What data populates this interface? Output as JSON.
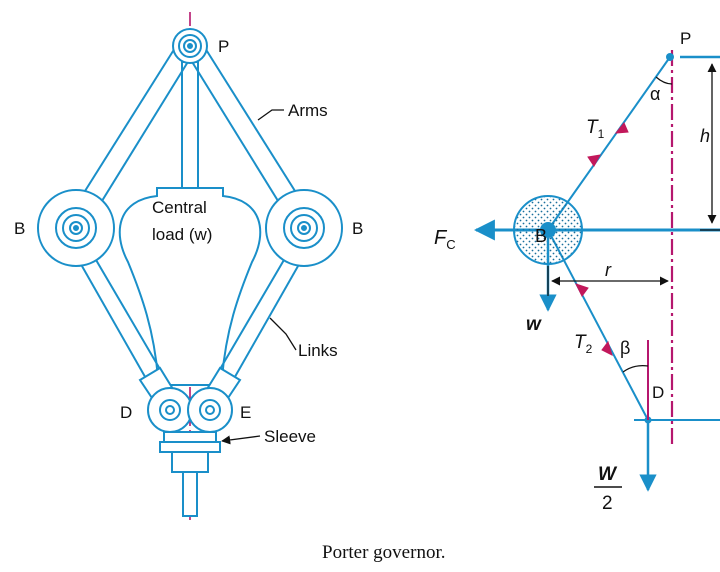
{
  "caption": "Porter governor.",
  "left_figure": {
    "pivot_label": "P",
    "ball_left_label": "B",
    "ball_right_label": "B",
    "arms_label": "Arms",
    "central_load_line1": "Central",
    "central_load_line2": "load (w)",
    "links_label": "Links",
    "joint_left_label": "D",
    "joint_right_label": "E",
    "sleeve_label": "Sleeve"
  },
  "right_figure": {
    "pivot_label": "P",
    "ball_label": "B",
    "joint_label": "D",
    "alpha": "α",
    "beta": "β",
    "h": "h",
    "r": "r",
    "fc_main": "F",
    "fc_sub": "C",
    "t1_main": "T",
    "t1_sub": "1",
    "t2_main": "T",
    "t2_sub": "2",
    "w_small": "w",
    "w_big_num": "W",
    "w_big_den": "2"
  },
  "colors": {
    "structure": "#1a8fc9",
    "axis": "#b5176e",
    "tension": "#c2185b",
    "text": "#111111"
  }
}
